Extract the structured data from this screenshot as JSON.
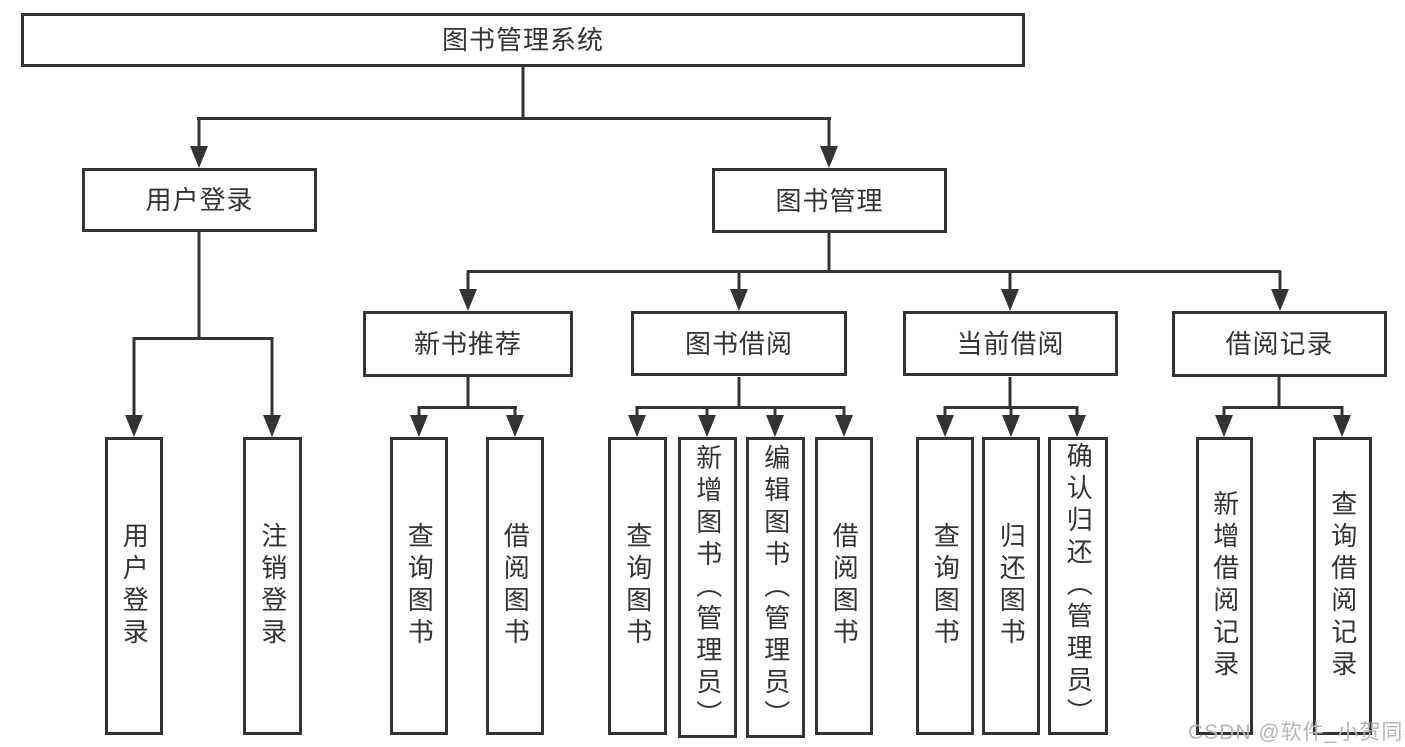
{
  "diagram": {
    "type": "tree",
    "root": {
      "label": "图书管理系统",
      "children": [
        {
          "label": "用户登录",
          "children": [
            {
              "label": "用户登录"
            },
            {
              "label": "注销登录"
            }
          ]
        },
        {
          "label": "图书管理",
          "children": [
            {
              "label": "新书推荐",
              "children": [
                {
                  "label": "查询图书"
                },
                {
                  "label": "借阅图书"
                }
              ]
            },
            {
              "label": "图书借阅",
              "children": [
                {
                  "label": "查询图书"
                },
                {
                  "label": "新增图书（管理员）"
                },
                {
                  "label": "编辑图书（管理员）"
                },
                {
                  "label": "借阅图书"
                }
              ]
            },
            {
              "label": "当前借阅",
              "children": [
                {
                  "label": "查询图书"
                },
                {
                  "label": "归还图书"
                },
                {
                  "label": "确认归还（管理员）"
                }
              ]
            },
            {
              "label": "借阅记录",
              "children": [
                {
                  "label": "新增借阅记录"
                },
                {
                  "label": "查询借阅记录"
                }
              ]
            }
          ]
        }
      ]
    }
  },
  "watermark": {
    "text": "CSDN @软件_小贺同学"
  },
  "colors": {
    "line": "#333333",
    "text": "#333333",
    "background": "#ffffff",
    "watermark_text": "#b5b5b5"
  }
}
